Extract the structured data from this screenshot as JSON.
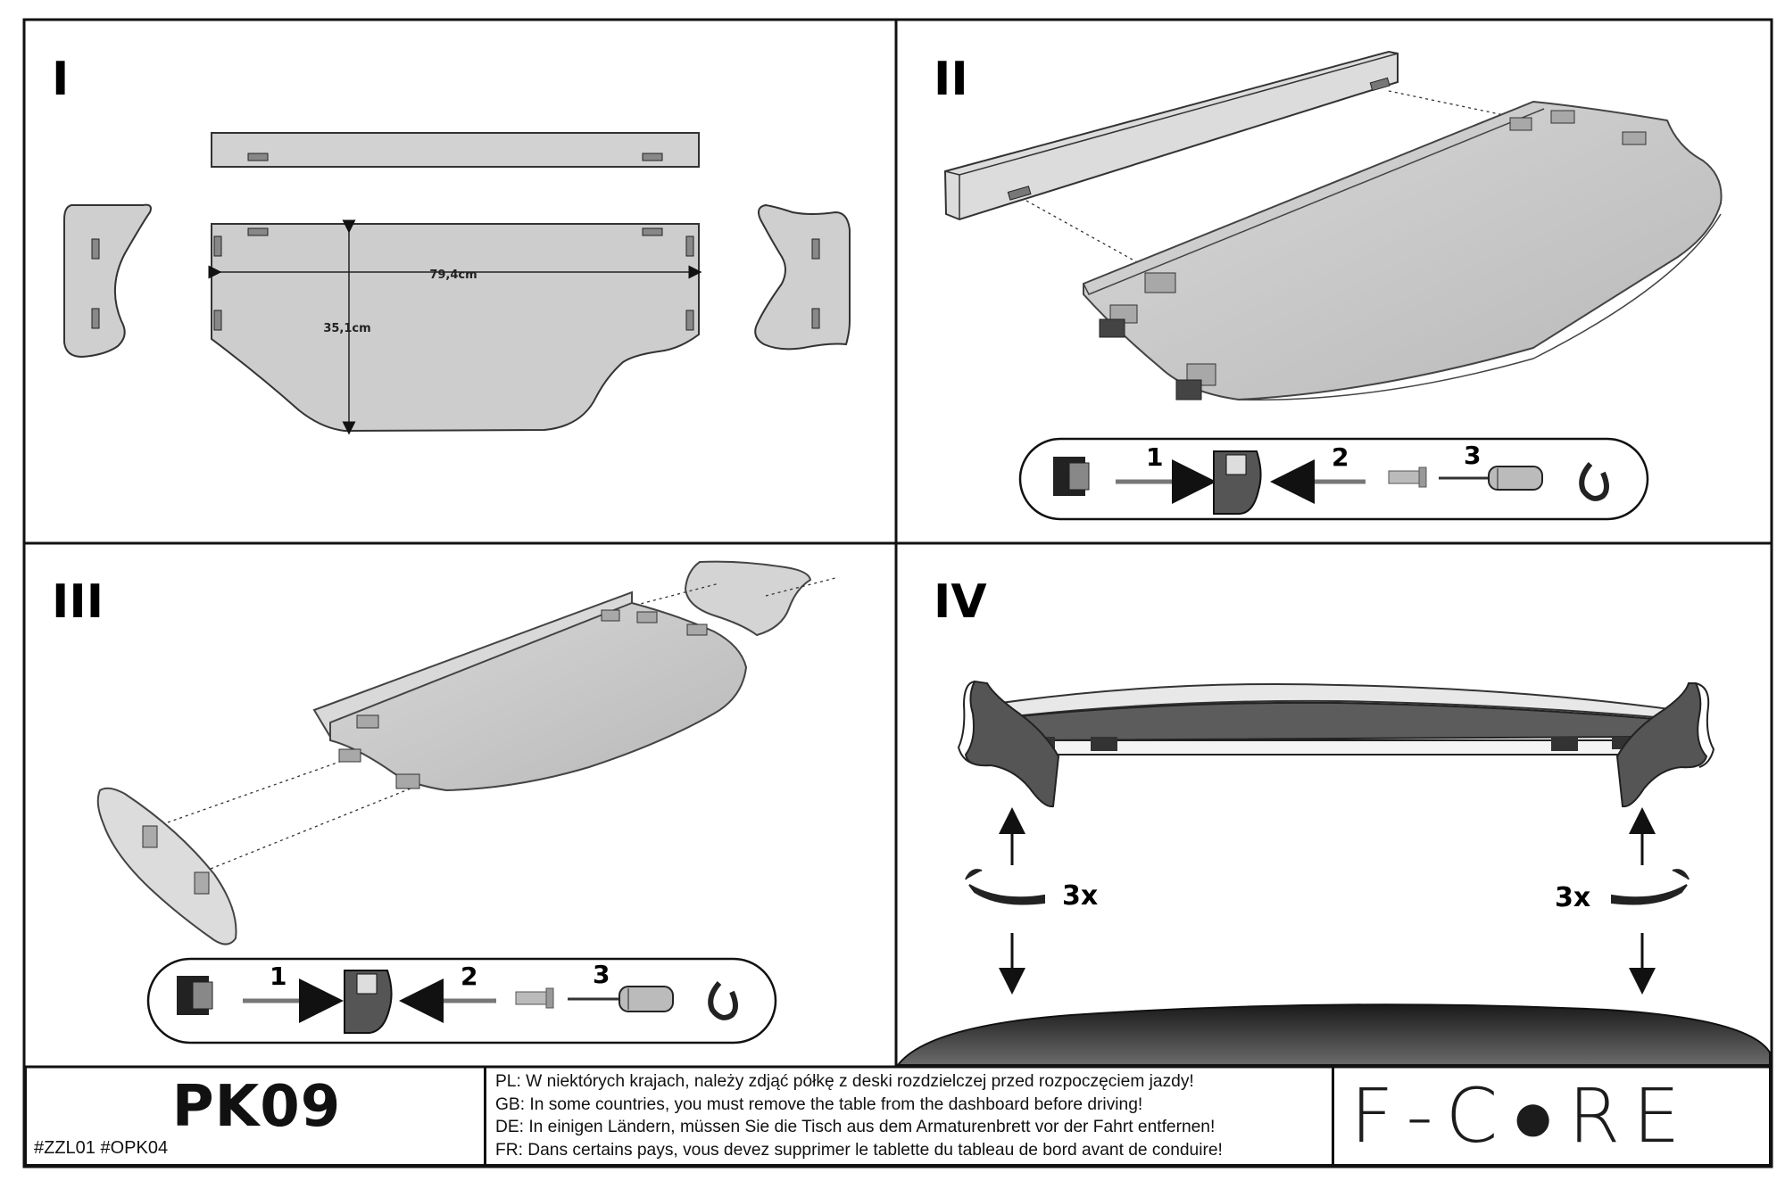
{
  "panels": [
    {
      "numeral": "I",
      "dimension_width": "79,4cm",
      "dimension_depth": "35,1cm"
    },
    {
      "numeral": "II",
      "steps": [
        "1",
        "2",
        "3"
      ]
    },
    {
      "numeral": "III",
      "steps": [
        "1",
        "2",
        "3"
      ]
    },
    {
      "numeral": "IV",
      "count_left": "3x",
      "count_right": "3x"
    }
  ],
  "footer": {
    "model": "PK09",
    "codes": "#ZZL01  #OPK04",
    "warnings": [
      "PL: W niektórych krajach, należy zdjąć półkę z deski rozdzielczej przed rozpoczęciem jazdy!",
      "GB: In some countries, you must remove the table from the dashboard before driving!",
      "DE: In einigen Ländern, müssen Sie die Tisch aus dem Armaturenbrett vor der Fahrt entfernen!",
      "FR: Dans certains pays, vous devez supprimer le tablette du tableau de bord avant de conduire!"
    ],
    "brand": "F-C●RE"
  },
  "colors": {
    "line": "#111111",
    "panel_fill": "#c8c8c8",
    "dark_fill": "#555555",
    "dash": "#2a2a2a"
  }
}
